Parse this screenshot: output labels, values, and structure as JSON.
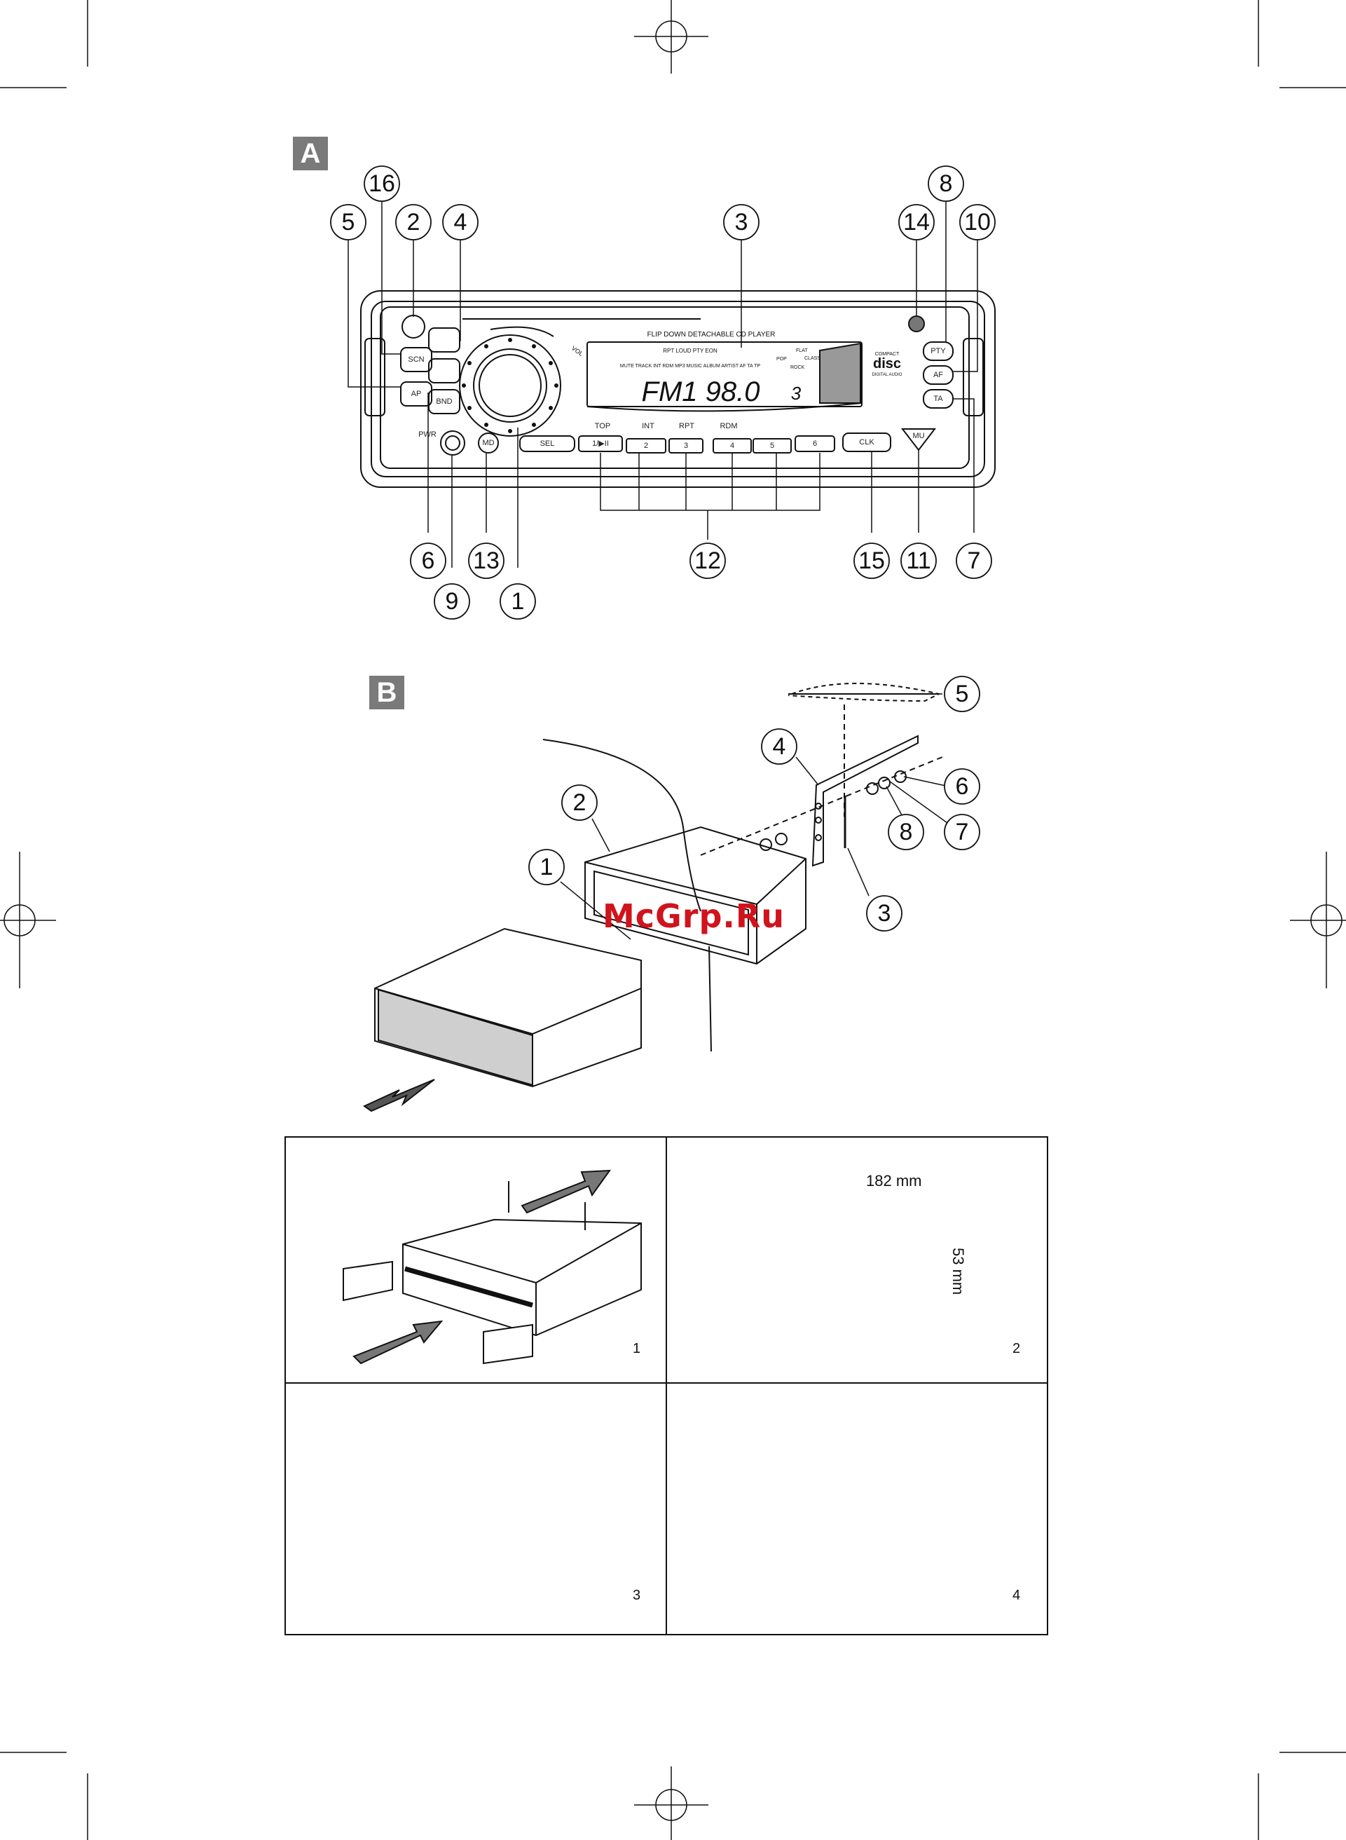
{
  "section_a": {
    "tag": "A",
    "callouts": [
      {
        "id": "c16",
        "label": "16"
      },
      {
        "id": "c5",
        "label": "5"
      },
      {
        "id": "c2",
        "label": "2"
      },
      {
        "id": "c4",
        "label": "4"
      },
      {
        "id": "c3",
        "label": "3"
      },
      {
        "id": "c14",
        "label": "14"
      },
      {
        "id": "c8",
        "label": "8"
      },
      {
        "id": "c10",
        "label": "10"
      },
      {
        "id": "c6",
        "label": "6"
      },
      {
        "id": "c13",
        "label": "13"
      },
      {
        "id": "c1",
        "label": "1"
      },
      {
        "id": "c9",
        "label": "9"
      },
      {
        "id": "c12",
        "label": "12"
      },
      {
        "id": "c15",
        "label": "15"
      },
      {
        "id": "c11",
        "label": "11"
      },
      {
        "id": "c7",
        "label": "7"
      }
    ],
    "device": {
      "header_text": "FLIP DOWN DETACHABLE CD PLAYER",
      "display_main": "FM1  98.0",
      "display_preset": "3",
      "display_small_row1": "RPT  LOUD  PTY  EON",
      "display_small_row2": "MUTE TRACK INT RDM MP3 MUSIC ALBUM ARTIST AF TA TP",
      "eq_labels": [
        "FLAT",
        "CLASS",
        "POP",
        "ROCK"
      ],
      "logo_line1": "COMPACT",
      "logo_line2": "disc",
      "logo_line3": "DIGITAL AUDIO",
      "vol_label": "VOL",
      "buttons": {
        "scn": "SCN",
        "ap": "AP",
        "bnd": "BND",
        "pwr": "PWR",
        "md": "MD",
        "sel": "SEL",
        "p1": "1/▶II",
        "p2": "2",
        "p3": "3",
        "p4": "4",
        "p5": "5",
        "p6": "6",
        "clk": "CLK",
        "mu": "MU",
        "pty": "PTY",
        "af": "AF",
        "ta": "TA"
      },
      "preset_top_labels": [
        "TOP",
        "INT",
        "RPT",
        "RDM"
      ]
    }
  },
  "section_b": {
    "tag": "B",
    "callouts": [
      {
        "id": "b5",
        "label": "5"
      },
      {
        "id": "b4",
        "label": "4"
      },
      {
        "id": "b6",
        "label": "6"
      },
      {
        "id": "b2",
        "label": "2"
      },
      {
        "id": "b8",
        "label": "8"
      },
      {
        "id": "b7",
        "label": "7"
      },
      {
        "id": "b1",
        "label": "1"
      },
      {
        "id": "b3",
        "label": "3"
      }
    ],
    "watermark": "McGrp.Ru"
  },
  "steps": {
    "panel1": "1",
    "panel2": "2",
    "panel3": "3",
    "panel4": "4",
    "width_dim": "182 mm",
    "height_dim": "53 mm"
  },
  "colors": {
    "line": "#111111",
    "grey_fill": "#7a7a7a",
    "light_grey": "#d9d9d9",
    "watermark": "#d0131c"
  }
}
